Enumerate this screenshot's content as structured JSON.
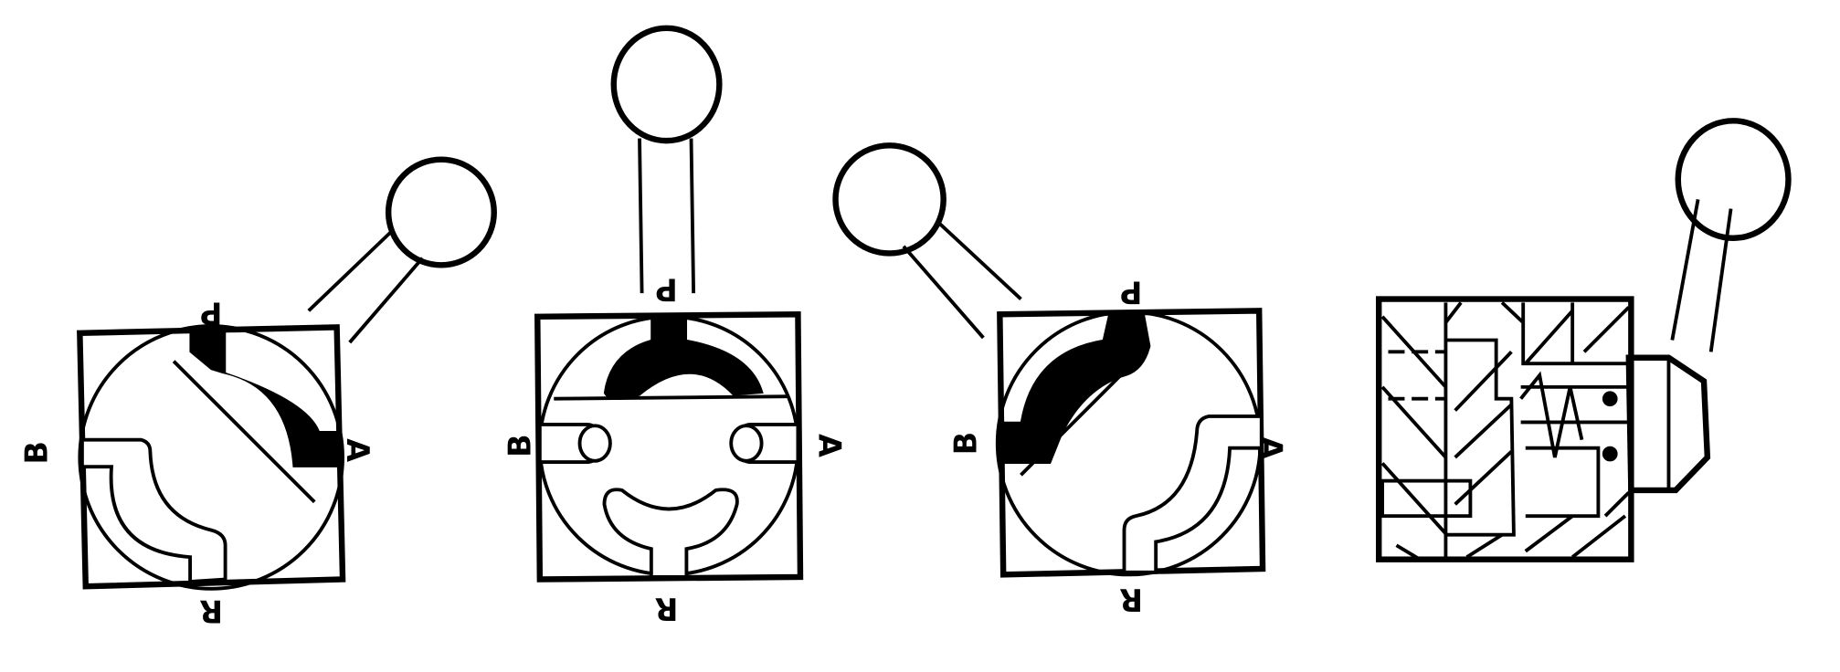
{
  "diagram": {
    "valves": [
      {
        "ports": {
          "p": "P",
          "a": "A",
          "b": "B",
          "r": "R"
        }
      },
      {
        "ports": {
          "p": "P",
          "a": "A",
          "b": "B",
          "r": "R"
        }
      },
      {
        "ports": {
          "p": "P",
          "a": "A",
          "b": "B",
          "r": "R"
        }
      }
    ],
    "colors": {
      "ink": "#000000",
      "paper": "#ffffff"
    }
  }
}
